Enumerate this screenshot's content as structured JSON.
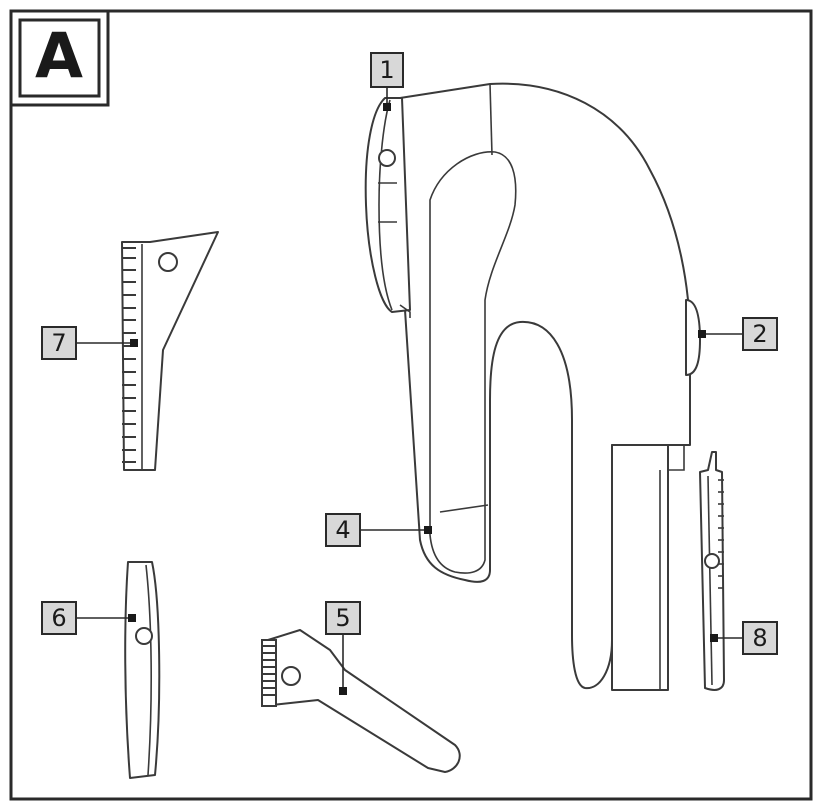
{
  "panel": {
    "letter": "A"
  },
  "callouts": [
    {
      "id": "1",
      "label": "1"
    },
    {
      "id": "2",
      "label": "2"
    },
    {
      "id": "4",
      "label": "4"
    },
    {
      "id": "5",
      "label": "5"
    },
    {
      "id": "6",
      "label": "6"
    },
    {
      "id": "7",
      "label": "7"
    },
    {
      "id": "8",
      "label": "8"
    }
  ]
}
